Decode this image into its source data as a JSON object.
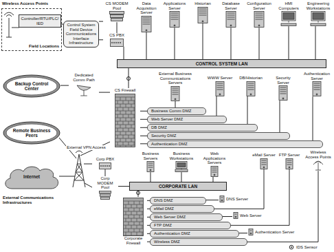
{
  "diagram": {
    "nodes": [
      {
        "text": [
          "Field Locations"
        ]
      },
      {
        "text": [
          "Controller/RTU/PLC/IED"
        ],
        "in": 0
      },
      {
        "text": [
          "Control System Field Device Communications Interface Infrastructure"
        ]
      },
      {
        "text": [
          "CS MODEM Pool"
        ]
      },
      {
        "text": [
          "CS PBX"
        ]
      },
      {
        "text": [
          "Data Acquisition Server"
        ]
      },
      {
        "text": [
          "Applications Server"
        ]
      },
      {
        "text": [
          "Historian"
        ]
      },
      {
        "text": [
          "Database Server"
        ]
      },
      {
        "text": [
          "Configuration Server"
        ]
      },
      {
        "text": [
          "HMI Computers"
        ]
      },
      {
        "text": [
          "Engineering Workstations"
        ]
      },
      {
        "text": [
          "CONTROL SYSTEM LAN"
        ]
      },
      {
        "text": [
          "Backup Control Center"
        ]
      },
      {
        "text": [
          "Dedicated Comm Path"
        ]
      },
      {
        "text": [
          "External Business Communications Servers"
        ]
      },
      {
        "text": [
          "WWW Server"
        ]
      },
      {
        "text": [
          "DB/Historian"
        ]
      },
      {
        "text": [
          "Security Server"
        ]
      },
      {
        "text": [
          "Authentication Server"
        ]
      },
      {
        "text": [
          "CS Firewall"
        ]
      },
      {
        "text": [
          "Business Comm DMZ"
        ]
      },
      {
        "text": [
          "Web Server DMZ"
        ]
      },
      {
        "text": [
          "DB DMZ"
        ]
      },
      {
        "text": [
          "Security DMZ"
        ]
      },
      {
        "text": [
          "Authentication DMZ"
        ]
      },
      {
        "text": [
          "Remote Business Peers"
        ]
      },
      {
        "text": [
          "Internet"
        ]
      },
      {
        "text": [
          "Business Servers"
        ]
      },
      {
        "text": [
          "Business Workstations"
        ]
      },
      {
        "text": [
          "Web Applications Servers"
        ]
      },
      {
        "text": [
          "eMail Server"
        ]
      },
      {
        "text": [
          "FTP Server"
        ]
      },
      {
        "text": [
          "Wireless Access Points"
        ]
      },
      {
        "text": [
          "Corp PBX"
        ]
      },
      {
        "text": [
          "Corp MODEM Pool"
        ]
      },
      {
        "text": [
          "CORPORATE LAN"
        ]
      },
      {
        "text": [
          "Corporate Firewall"
        ]
      },
      {
        "text": [
          "DNS DMZ"
        ]
      },
      {
        "text": [
          "eMail DMZ"
        ]
      },
      {
        "text": [
          "Web Server DMZ"
        ]
      },
      {
        "text": [
          "FTP DMZ"
        ]
      },
      {
        "text": [
          "Authentication DMZ"
        ]
      },
      {
        "text": [
          "Wireless DMZ"
        ]
      },
      {
        "text": [
          "DNS Server"
        ]
      },
      {
        "text": [
          "Web Server"
        ]
      },
      {
        "text": [
          "Authentication Server"
        ]
      }
    ],
    "edges": [
      {
        "from": 1,
        "to": 2,
        "arrow": "none"
      },
      {
        "from": 2,
        "to": 3,
        "arrow": "none"
      },
      {
        "from": 2,
        "to": 4,
        "arrow": "none"
      },
      {
        "from": 3,
        "to": 4,
        "arrow": "none"
      },
      {
        "from": 4,
        "to": 12,
        "arrow": "none"
      },
      {
        "from": 5,
        "to": 12,
        "arrow": "none"
      },
      {
        "from": 6,
        "to": 12,
        "arrow": "none"
      },
      {
        "from": 7,
        "to": 12,
        "arrow": "none"
      },
      {
        "from": 8,
        "to": 12,
        "arrow": "none"
      },
      {
        "from": 9,
        "to": 12,
        "arrow": "none"
      },
      {
        "from": 10,
        "to": 12,
        "arrow": "none"
      },
      {
        "from": 11,
        "to": 12,
        "arrow": "none"
      },
      {
        "from": 20,
        "to": 12,
        "arrow": "none"
      },
      {
        "from": 13,
        "to": 14,
        "arrow": "none"
      },
      {
        "from": 14,
        "to": 20,
        "arrow": "none"
      },
      {
        "from": 20,
        "to": 21,
        "arrow": "none"
      },
      {
        "from": 20,
        "to": 22,
        "arrow": "none"
      },
      {
        "from": 20,
        "to": 23,
        "arrow": "none"
      },
      {
        "from": 20,
        "to": 24,
        "arrow": "none"
      },
      {
        "from": 20,
        "to": 25,
        "arrow": "none"
      },
      {
        "from": 21,
        "to": 15,
        "arrow": "none"
      },
      {
        "from": 22,
        "to": 16,
        "arrow": "none"
      },
      {
        "from": 23,
        "to": 17,
        "arrow": "none"
      },
      {
        "from": 24,
        "to": 18,
        "arrow": "none"
      },
      {
        "from": 25,
        "to": 19,
        "arrow": "none"
      },
      {
        "from": 28,
        "to": 36,
        "arrow": "none"
      },
      {
        "from": 29,
        "to": 36,
        "arrow": "none"
      },
      {
        "from": 30,
        "to": 36,
        "arrow": "none"
      },
      {
        "from": 34,
        "to": 35,
        "arrow": "none"
      },
      {
        "from": 35,
        "to": 36,
        "arrow": "none"
      },
      {
        "from": 36,
        "to": 37,
        "arrow": "none"
      },
      {
        "from": 37,
        "to": 38,
        "arrow": "none"
      },
      {
        "from": 37,
        "to": 39,
        "arrow": "none"
      },
      {
        "from": 37,
        "to": 40,
        "arrow": "none"
      },
      {
        "from": 37,
        "to": 41,
        "arrow": "none"
      },
      {
        "from": 37,
        "to": 42,
        "arrow": "none"
      },
      {
        "from": 37,
        "to": 43,
        "arrow": "none"
      },
      {
        "from": 38,
        "to": 44,
        "arrow": "none"
      },
      {
        "from": 39,
        "to": 31,
        "arrow": "none"
      },
      {
        "from": 40,
        "to": 45,
        "arrow": "none"
      },
      {
        "from": 41,
        "to": 32,
        "arrow": "none"
      },
      {
        "from": 42,
        "to": 46,
        "arrow": "none"
      },
      {
        "from": 43,
        "to": 33,
        "arrow": "none"
      }
    ],
    "labels": [
      "Wireless Access Points",
      "External VPN Access",
      "External Communications Infrastructures"
    ],
    "legend": [
      {
        "text": "IDS Sensor"
      }
    ]
  }
}
